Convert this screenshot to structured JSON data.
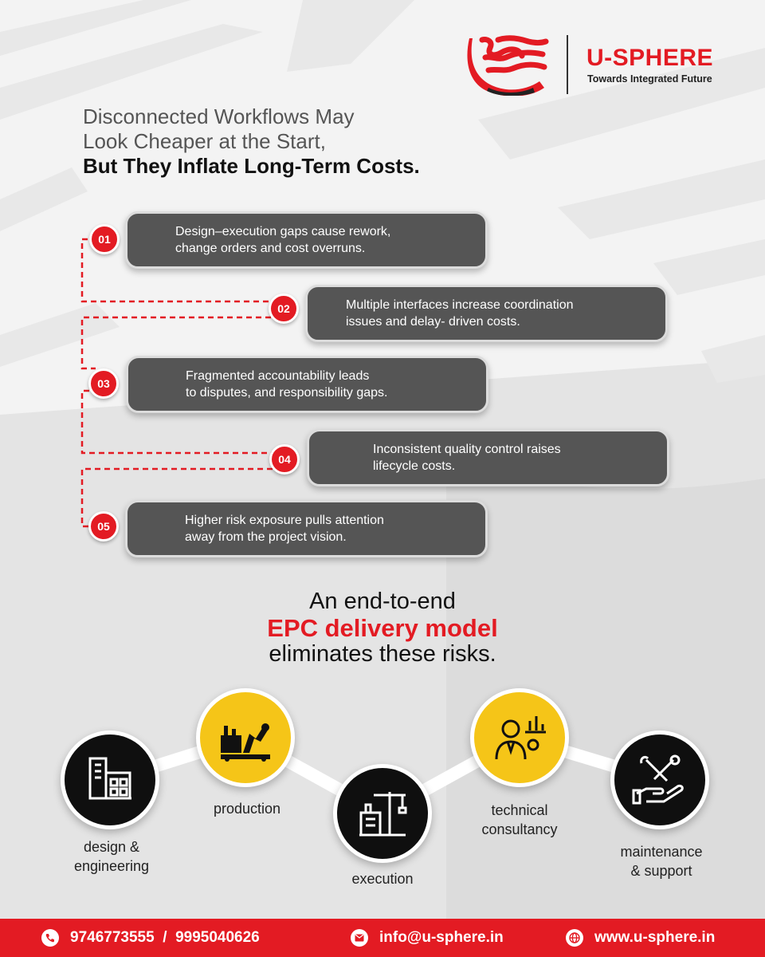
{
  "brand": {
    "name": "U-SPHERE",
    "tagline": "Towards Integrated Future"
  },
  "headline": {
    "line1": "Disconnected Workflows May",
    "line2": "Look Cheaper at the Start,",
    "line3": "But They Inflate Long-Term Costs."
  },
  "steps": [
    {
      "num": "01",
      "line1": "Design–execution gaps cause rework,",
      "line2": "change orders and cost overruns."
    },
    {
      "num": "02",
      "line1": "Multiple interfaces increase coordination",
      "line2": "issues and delay- driven costs."
    },
    {
      "num": "03",
      "line1": "Fragmented accountability leads",
      "line2": "to disputes, and responsibility gaps."
    },
    {
      "num": "04",
      "line1": "Inconsistent quality control raises",
      "line2": "lifecycle costs."
    },
    {
      "num": "05",
      "line1": "Higher risk exposure pulls attention",
      "line2": "away from the project vision."
    }
  ],
  "conclusion": {
    "line1": "An end-to-end",
    "line2": "EPC delivery model",
    "line3": "eliminates these risks."
  },
  "services": [
    {
      "icon": "building-icon",
      "line1": "design &",
      "line2": "engineering"
    },
    {
      "icon": "factory-robot-icon",
      "line1": "production",
      "line2": ""
    },
    {
      "icon": "construction-crane-icon",
      "line1": "execution",
      "line2": ""
    },
    {
      "icon": "consultant-icon",
      "line1": "technical",
      "line2": "consultancy"
    },
    {
      "icon": "tools-hand-icon",
      "line1": "maintenance",
      "line2": "& support"
    }
  ],
  "footer": {
    "phone": "9746773555  /  9995040626",
    "email": "info@u-sphere.in",
    "website": "www.u-sphere.in"
  },
  "colors": {
    "accent": "#e31b23",
    "box": "#555555",
    "yellow": "#f5c518",
    "dark": "#0f0f0f"
  }
}
